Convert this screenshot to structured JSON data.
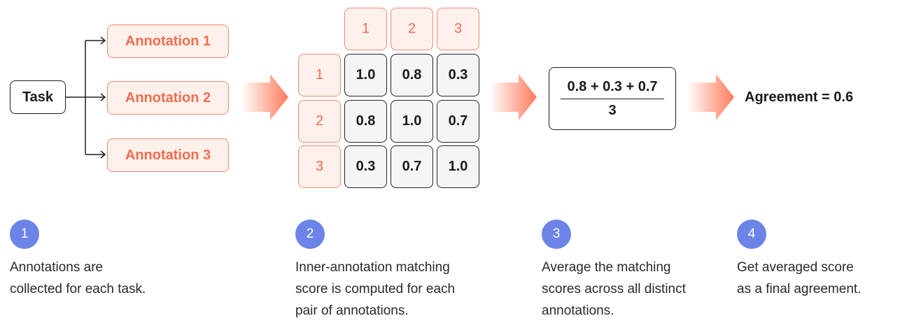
{
  "diagram": {
    "task_label": "Task",
    "annotations": [
      "Annotation 1",
      "Annotation 2",
      "Annotation 3"
    ],
    "matrix": {
      "col_headers": [
        "1",
        "2",
        "3"
      ],
      "row_headers": [
        "1",
        "2",
        "3"
      ],
      "values": [
        [
          "1.0",
          "0.8",
          "0.3"
        ],
        [
          "0.8",
          "1.0",
          "0.7"
        ],
        [
          "0.3",
          "0.7",
          "1.0"
        ]
      ]
    },
    "formula": {
      "numerator": "0.8 + 0.3 + 0.7",
      "denominator": "3"
    },
    "result": "Agreement = 0.6",
    "colors": {
      "accent": "#f26d4f",
      "accent_bg": "#fef1ec",
      "badge": "#6c84e8"
    }
  },
  "steps": [
    {
      "number": "1",
      "text": "Annotations are\ncollected for each task."
    },
    {
      "number": "2",
      "text": "Inner-annotation matching\nscore is computed for each\npair of annotations."
    },
    {
      "number": "3",
      "text": "Average the matching\nscores across all distinct\nannotations."
    },
    {
      "number": "4",
      "text": "Get averaged score\nas a final agreement."
    }
  ]
}
